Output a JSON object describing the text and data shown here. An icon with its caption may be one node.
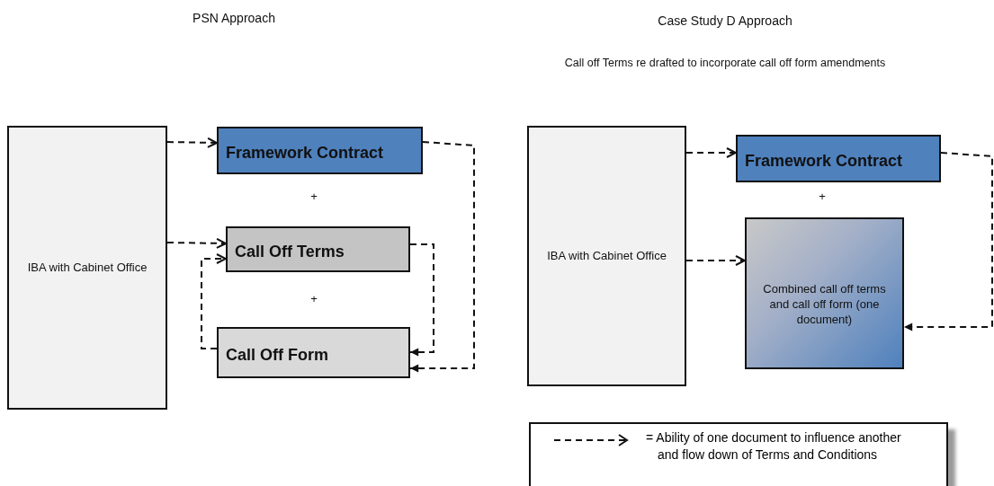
{
  "diagram": {
    "nodes": [
      {
        "text": [
          "IBA with Cabinet Office"
        ]
      },
      {
        "text": [
          "Framework Contract"
        ]
      },
      {
        "text": [
          "Call Off Terms"
        ]
      },
      {
        "text": [
          "Call Off Form"
        ]
      },
      {
        "text": [
          "IBA with Cabinet Office"
        ]
      },
      {
        "text": [
          "Framework Contract"
        ]
      },
      {
        "text": [
          "Combined call off terms and call off form (one document)"
        ]
      }
    ],
    "edges": [
      {
        "from": 0,
        "to": 1,
        "arrow": "to",
        "style": "dashed"
      },
      {
        "from": 0,
        "to": 2,
        "arrow": "to",
        "style": "dashed"
      },
      {
        "from": 3,
        "to": 2,
        "arrow": "to",
        "style": "dashed"
      },
      {
        "from": 2,
        "to": 3,
        "arrow": "to",
        "style": "dashed"
      },
      {
        "from": 1,
        "to": 3,
        "arrow": "to",
        "style": "dashed"
      },
      {
        "from": 4,
        "to": 5,
        "arrow": "to",
        "style": "dashed"
      },
      {
        "from": 4,
        "to": 6,
        "arrow": "to",
        "style": "dashed"
      },
      {
        "from": 5,
        "to": 6,
        "arrow": "to",
        "style": "dashed"
      }
    ],
    "labels": [
      "PSN Approach",
      "Case Study D Approach",
      "Call off Terms re drafted to incorporate call off form amendments",
      "+",
      "+",
      "+"
    ],
    "legend": [
      {
        "text": "= Ability of one document to influence another and flow down of Terms and Conditions"
      }
    ]
  }
}
